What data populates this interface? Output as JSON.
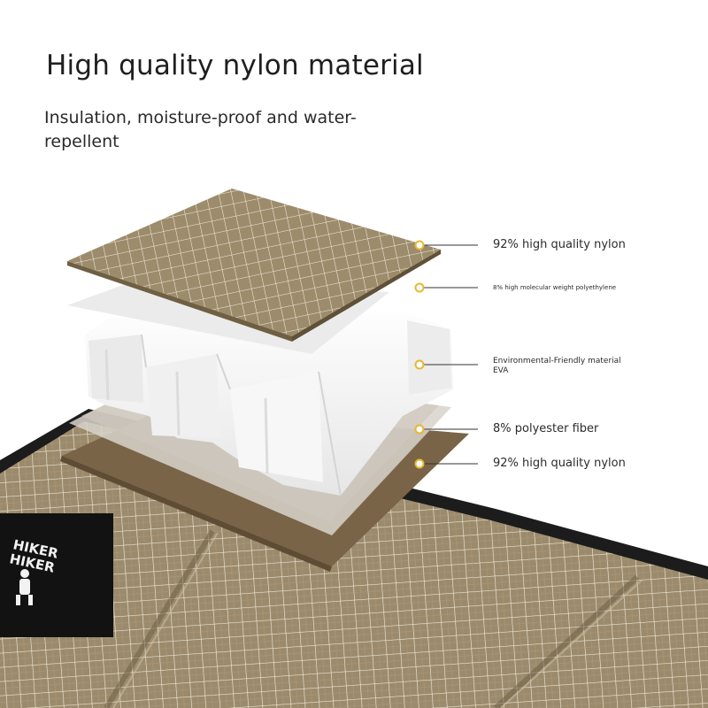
{
  "title": "High quality nylon material",
  "subtitle": "Insulation, moisture-proof and water-repellent",
  "colors": {
    "nylon": "#9b8a6b",
    "nylon_dark": "#7d6c4e",
    "grid": "#f3efe6",
    "foam": "#f5f5f5",
    "felt": "#7a6447",
    "callout_dot": "#e8b731",
    "mat_edge": "#1c1c1c"
  },
  "layers": [
    {
      "id": "top-nylon",
      "label": "92% high quality nylon"
    },
    {
      "id": "pe-film",
      "label": "8% high molecular weight polyethylene"
    },
    {
      "id": "eva-foam",
      "label": "Environmental-Friendly material EVA"
    },
    {
      "id": "polyester",
      "label": "8% polyester fiber"
    },
    {
      "id": "bottom-nylon",
      "label": "92% high quality nylon"
    }
  ],
  "brand_tag": {
    "line1": "HIKER",
    "line2": "HIKER"
  }
}
